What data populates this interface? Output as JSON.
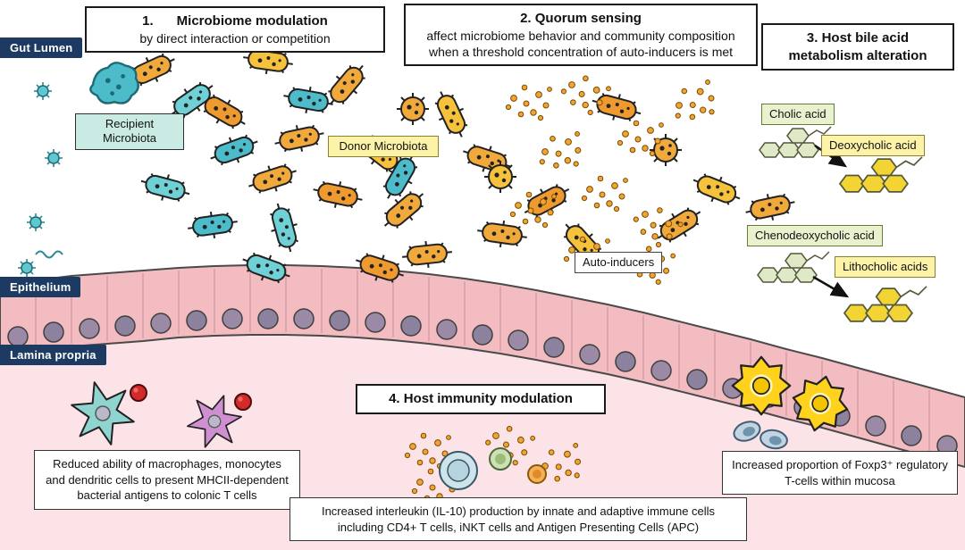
{
  "regions": {
    "gut_lumen": "Gut Lumen",
    "epithelium": "Epithelium",
    "lamina_propria": "Lamina propria"
  },
  "mechanisms": {
    "m1": {
      "number": "1.",
      "title": "Microbiome modulation",
      "body": "by direct interaction or competition"
    },
    "m2": {
      "title": "2. Quorum sensing",
      "body": "affect microbiome behavior and community composition when a threshold concentration of auto-inducers is met"
    },
    "m3": {
      "title": "3. Host bile acid metabolism alteration"
    },
    "m4": {
      "title": "4. Host immunity modulation"
    }
  },
  "microbiota_labels": {
    "recipient": "Recipient Microbiota",
    "donor": "Donor Microbiota",
    "auto_inducers": "Auto-inducers"
  },
  "bile_acids": {
    "cholic": "Cholic acid",
    "deoxycholic": "Deoxycholic acid",
    "chenodeoxycholic": "Chenodeoxycholic acid",
    "lithocholic": "Lithocholic acids"
  },
  "immune_notes": {
    "antigen_presentation": "Reduced ability of macrophages, monocytes and dendritic cells to present MHCII-dependent bacterial antigens to colonic T cells",
    "il10": "Increased interleukin (IL-10) production by innate and adaptive immune cells including CD4+ T cells, iNKT cells and Antigen Presenting Cells (APC)",
    "foxp3": "Increased proportion of Foxp3⁺ regulatory T-cells within mucosa"
  },
  "colors": {
    "navy_label": "#1d3a63",
    "donor_bacteria_orange": "#f2a93b",
    "recipient_bacteria_teal": "#5fc7cf",
    "epithelium_pink": "#f3bcc1",
    "lamina_propria_pink": "#fbe3e7",
    "nucleus_purple": "#9a8aa6",
    "tcell_yellow": "#ffd21e",
    "bile_green_box": "#e9f2cf",
    "bile_yellow_box": "#fdf3a8",
    "auto_inducer_dot": "#f0a433"
  }
}
